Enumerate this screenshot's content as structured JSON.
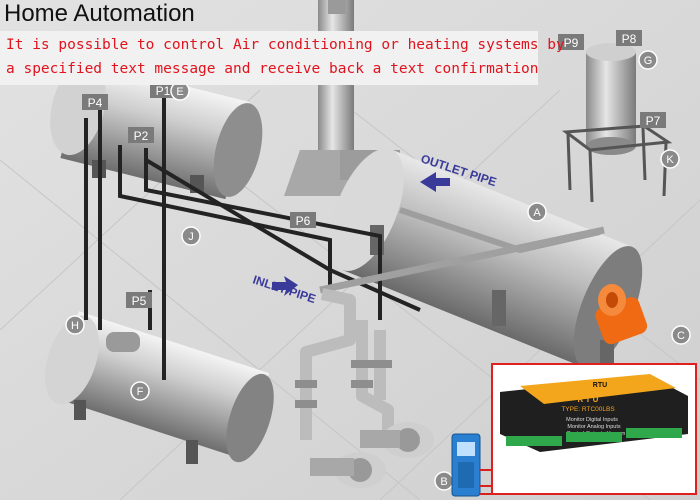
{
  "header": {
    "title": "Home Automation",
    "description_line1": "It is possible to control Air conditioning or heating systems by",
    "description_line2": "a specified text message and receive back a text confirmation"
  },
  "pipe_labels": {
    "outlet": "OUTLET PIPE",
    "inlet": "INLET PIPE"
  },
  "point_tags": {
    "p1": "P1",
    "p2": "P2",
    "p4": "P4",
    "p5": "P5",
    "p6": "P6",
    "p7": "P7",
    "p8": "P8",
    "p9": "P9"
  },
  "circle_markers": {
    "a": "A",
    "b": "B",
    "c": "C",
    "e": "E",
    "f": "F",
    "g": "G",
    "h": "H",
    "j": "J",
    "k": "K"
  },
  "rtu": {
    "brand": "RTU",
    "title": "R T U",
    "type": "TYPE: RTC00LBS",
    "line1": "Monitor Digital Inputs",
    "line2": "Monitor Analog Inputs",
    "line3": "Control Outputs Vcomm"
  },
  "colors": {
    "tag_bg": "#7a7a7a",
    "marker_bg": "#8a8a8a",
    "wire": "#d8201e",
    "rtu_border": "#e0201e",
    "burner": "#f06a14",
    "phone": "#2a7fd0",
    "arrow": "#3a3a9a"
  }
}
